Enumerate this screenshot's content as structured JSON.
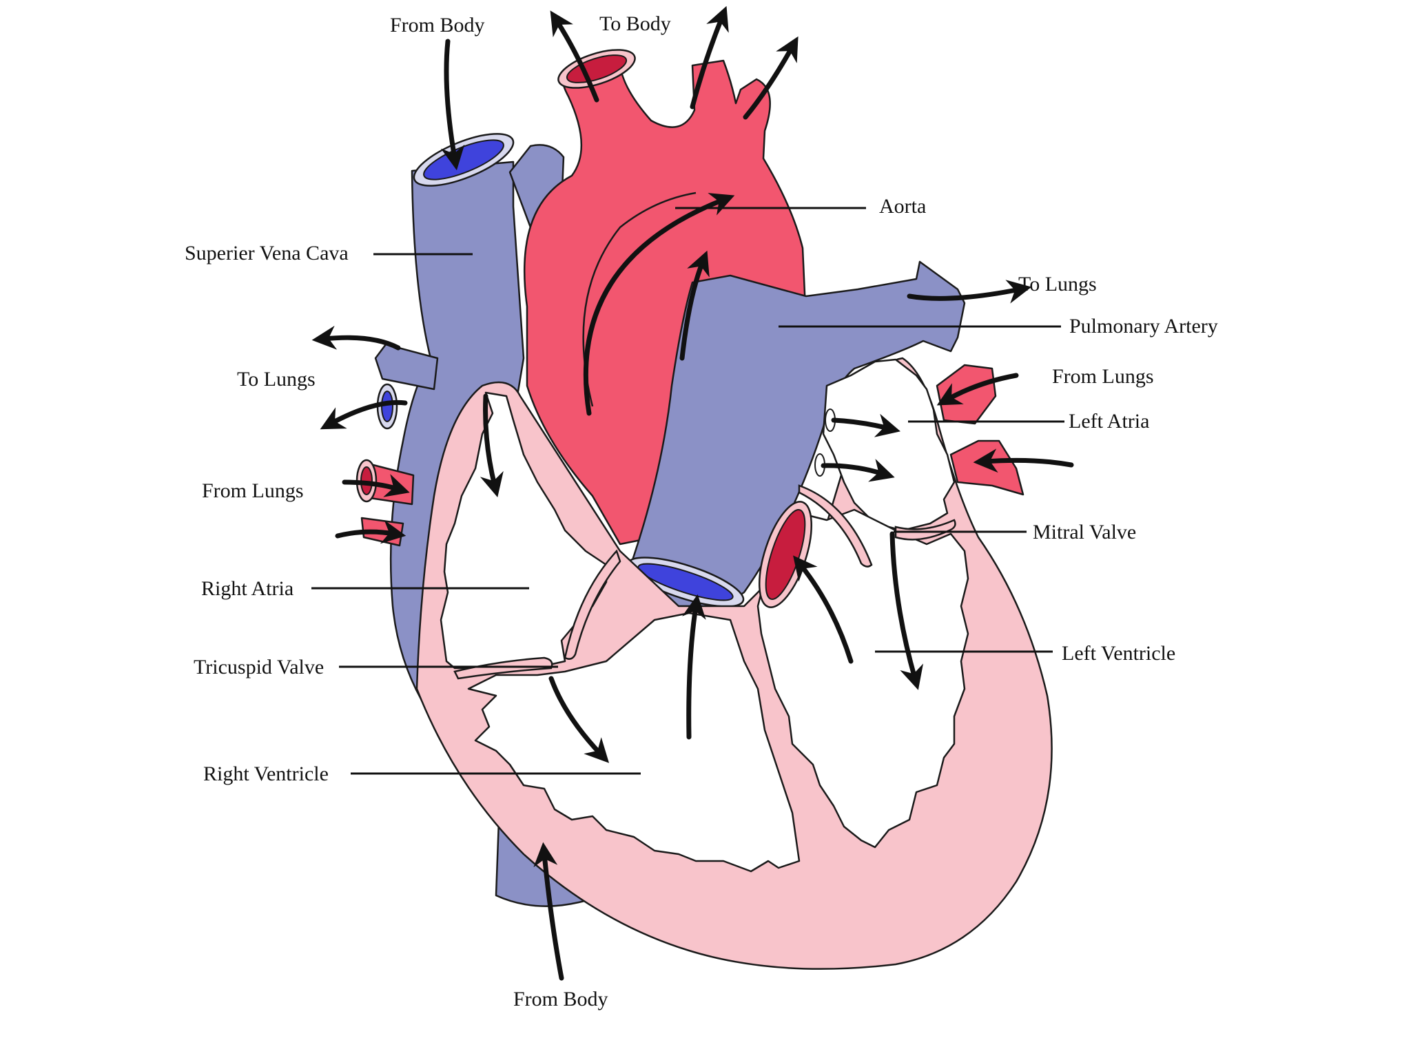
{
  "colors": {
    "vein_blue": "#8b91c6",
    "lumen_blue": "#3f43dc",
    "artery_red": "#f2566f",
    "lumen_red": "#c71d3e",
    "muscle_pink": "#f8c4cb",
    "outline": "#1a1a1a"
  },
  "labels": {
    "from_body_top": "From Body",
    "to_body": "To Body",
    "aorta": "Aorta",
    "superior_vena_cava": "Superier Vena Cava",
    "to_lungs_right": "To Lungs",
    "pulmonary_artery": "Pulmonary Artery",
    "to_lungs_left": "To Lungs",
    "from_lungs_right": "From Lungs",
    "left_atria": "Left Atria",
    "from_lungs_left": "From Lungs",
    "mitral_valve": "Mitral Valve",
    "right_atria": "Right Atria",
    "left_ventricle": "Left Ventricle",
    "tricuspid_valve": "Tricuspid Valve",
    "right_ventricle": "Right Ventricle",
    "from_body_bottom": "From Body"
  }
}
